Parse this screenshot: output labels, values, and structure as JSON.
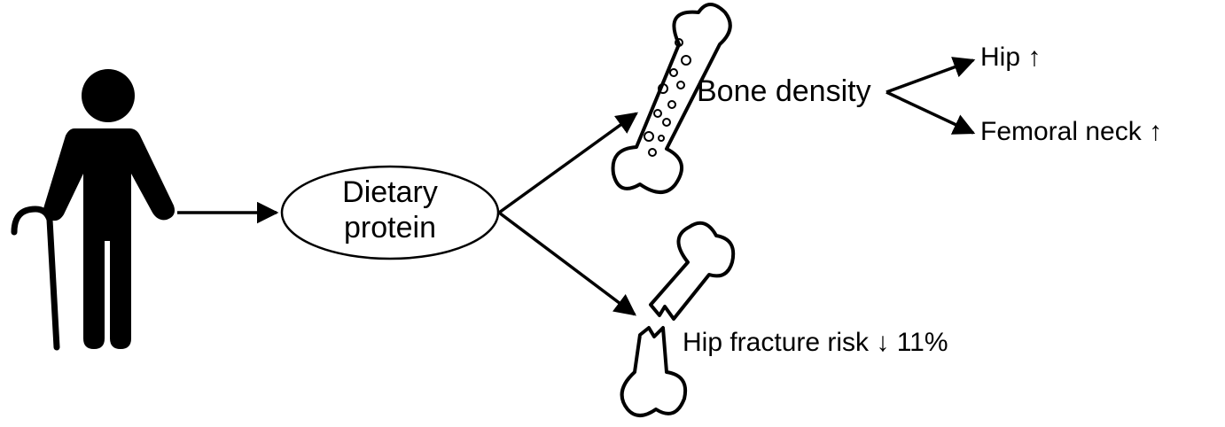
{
  "diagram": {
    "center_node": {
      "line1": "Dietary",
      "line2": "protein"
    },
    "bone_density": {
      "label": "Bone density"
    },
    "outcomes": {
      "hip": "Hip ↑",
      "femoral_neck": "Femoral neck ↑",
      "fracture": "Hip fracture risk ↓ 11%"
    },
    "icons": {
      "person": "elderly-person-with-cane-icon",
      "bone": "bone-icon",
      "broken_bone": "broken-bone-icon"
    },
    "colors": {
      "ink": "#000000",
      "background": "#ffffff"
    }
  }
}
